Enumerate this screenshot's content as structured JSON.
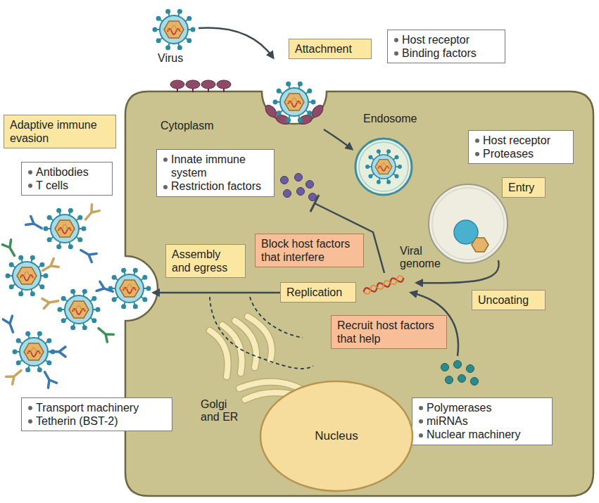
{
  "diagram": {
    "nodes": [
      {
        "text": [
          "Attachment"
        ]
      },
      {
        "text": [
          "Host receptor",
          "Binding factors"
        ]
      },
      {
        "text": [
          "Adaptive immune evasion"
        ]
      },
      {
        "text": [
          "Antibodies",
          "T cells"
        ]
      },
      {
        "text": [
          "Innate immune system",
          "Restriction factors"
        ]
      },
      {
        "text": [
          "Host receptor",
          "Proteases"
        ]
      },
      {
        "text": [
          "Entry"
        ]
      },
      {
        "text": [
          "Block host factors that interfere"
        ]
      },
      {
        "text": [
          "Assembly and egress"
        ]
      },
      {
        "text": [
          "Replication"
        ]
      },
      {
        "text": [
          "Uncoating"
        ]
      },
      {
        "text": [
          "Recruit host factors that help"
        ]
      },
      {
        "text": [
          "Transport machinery",
          "Tetherin (BST-2)"
        ]
      },
      {
        "text": [
          "Polymerases",
          "miRNAs",
          "Nuclear machinery"
        ]
      },
      {
        "text": [
          "Nucleus"
        ]
      }
    ],
    "labels": [
      "Virus",
      "Cytoplasm",
      "Endosome",
      "Viral genome",
      "Golgi and ER"
    ]
  }
}
